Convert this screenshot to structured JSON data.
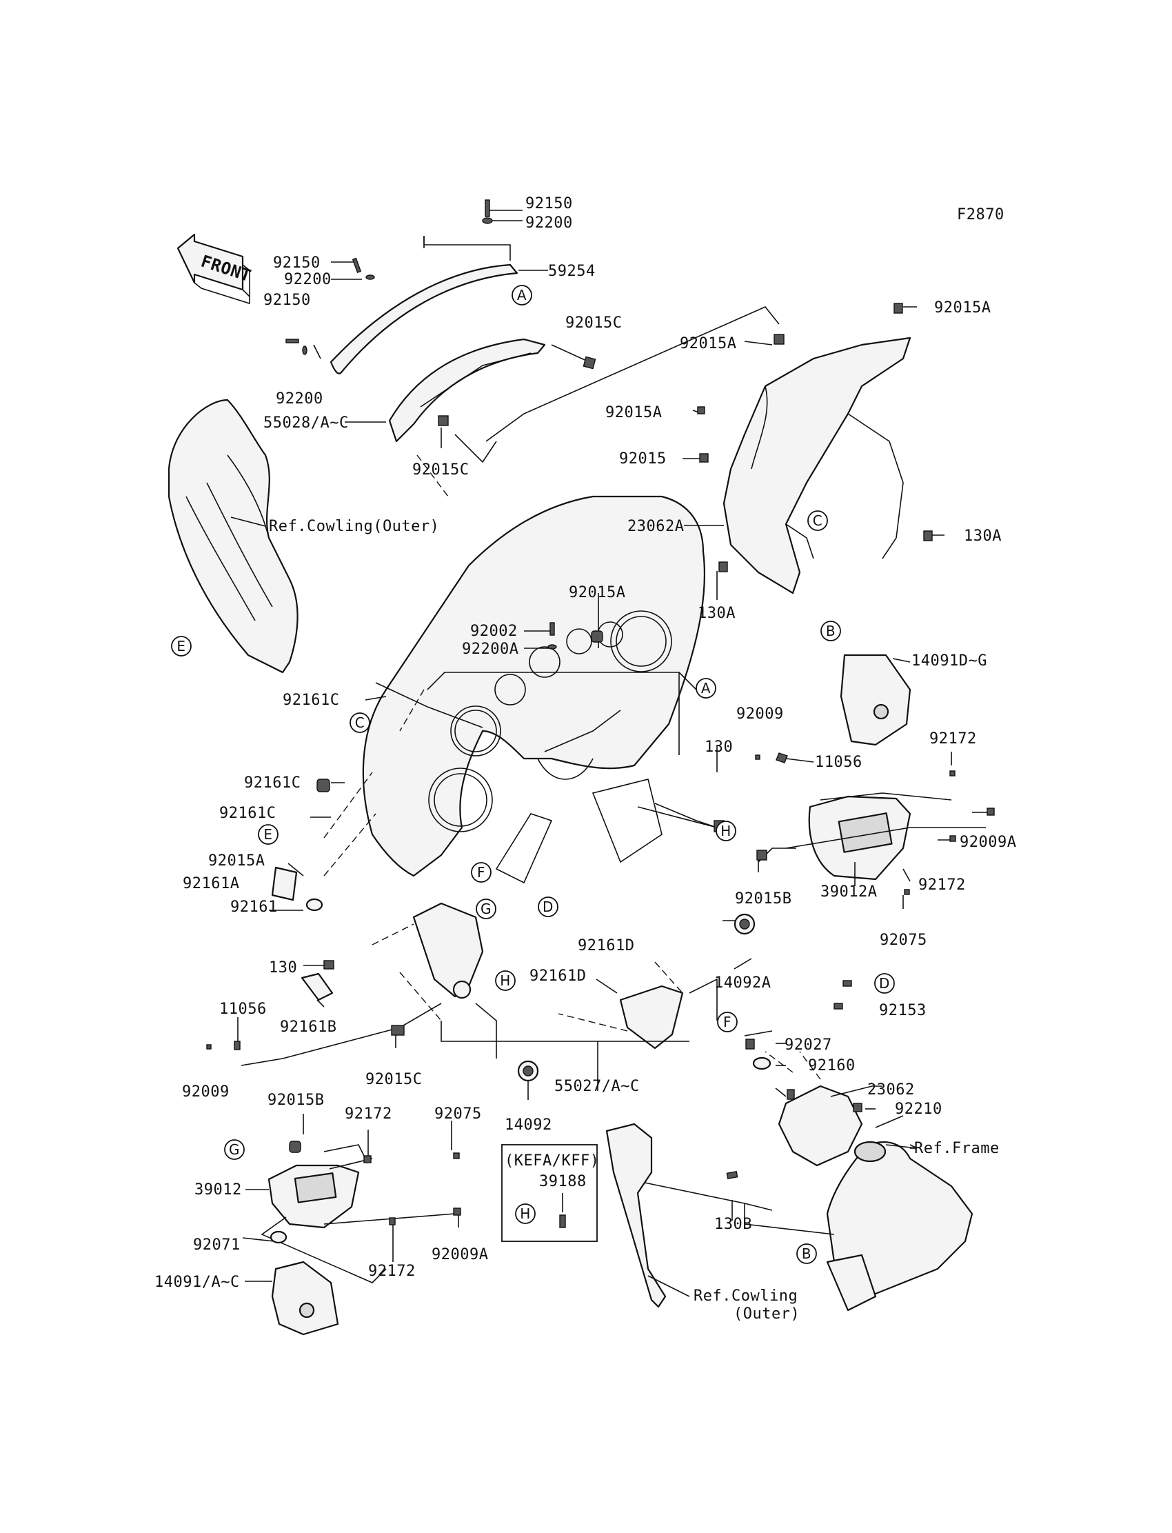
{
  "figure_code": "F2870",
  "front_label": "FRONT",
  "part_labels": {
    "p92150_a": "92150",
    "p92200_a": "92200",
    "p92150_b": "92150",
    "p92200_b": "92200",
    "p92150_c": "92150",
    "p92200_c": "92200",
    "p59254": "59254",
    "p92015C_a": "92015C",
    "p55028": "55028/A~C",
    "p92015C_b": "92015C",
    "p92015A_a": "92015A",
    "p92015A_b": "92015A",
    "p92015A_c": "92015A",
    "p92015": "92015",
    "p23062A": "23062A",
    "p130A_a": "130A",
    "p130A_b": "130A",
    "p92015A_d": "92015A",
    "p92002": "92002",
    "p92200A": "92200A",
    "p92161C_a": "92161C",
    "p92161C_b": "92161C",
    "p92161C_c": "92161C",
    "p130_a": "130",
    "p92009_a": "92009",
    "p11056_a": "11056",
    "p14091DG": "14091D~G",
    "p92172_a": "92172",
    "p92009A_a": "92009A",
    "p92172_b": "92172",
    "p92015B_a": "92015B",
    "p39012A": "39012A",
    "p92075_a": "92075",
    "p92015A_e": "92015A",
    "p92161A": "92161A",
    "p92161": "92161",
    "p130_b": "130",
    "p92161B": "92161B",
    "p11056_b": "11056",
    "p92009_b": "92009",
    "p92015C_c": "92015C",
    "p14092": "14092",
    "p14092A": "14092A",
    "p92161D_a": "92161D",
    "p92161D_b": "92161D",
    "p55027": "55027/A~C",
    "p92153": "92153",
    "p92027": "92027",
    "p92160": "92160",
    "p23062": "23062",
    "p92210": "92210",
    "p130B": "130B",
    "p92015B_b": "92015B",
    "p92172_c": "92172",
    "p92075_b": "92075",
    "p39012": "39012",
    "p92071": "92071",
    "p92172_d": "92172",
    "p92009A_b": "92009A",
    "p14091AC": "14091/A~C",
    "p39188": "39188"
  },
  "references": {
    "cowling_outer_top": "Ref.Cowling(Outer)",
    "cowling_outer_bottom_1": "Ref.Cowling",
    "cowling_outer_bottom_2": "(Outer)",
    "frame": "Ref.Frame"
  },
  "variant_box_label": "(KEFA/KFF)",
  "callouts": {
    "a1": "A",
    "a2": "A",
    "b1": "B",
    "b2": "B",
    "c1": "C",
    "c2": "C",
    "d1": "D",
    "d2": "D",
    "e1": "E",
    "e2": "E",
    "f1": "F",
    "f2": "F",
    "g1": "G",
    "g2": "G",
    "h1": "H",
    "h2": "H",
    "h3": "H"
  }
}
